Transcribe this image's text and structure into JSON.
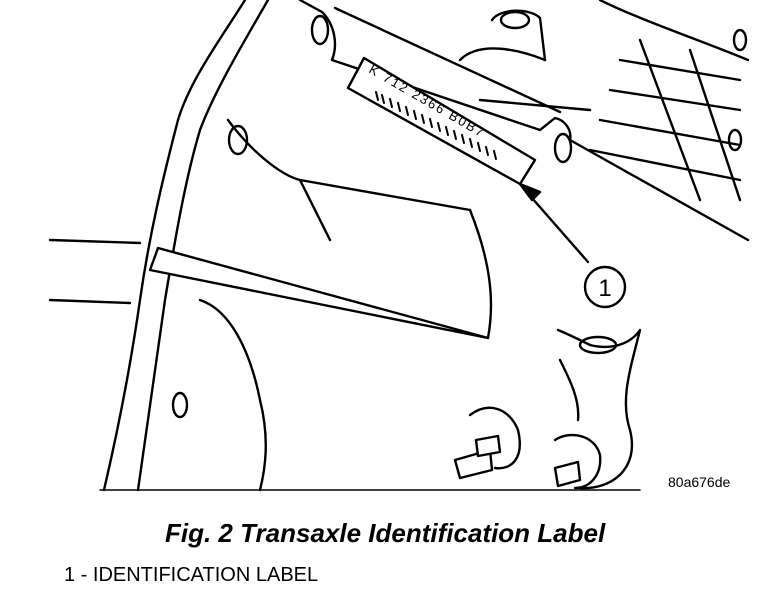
{
  "figure": {
    "label_text": "K 712 2366 B0B7",
    "callout_number": "1",
    "figure_code": "80a676de"
  },
  "caption": "Fig. 2 Transaxle Identification Label",
  "legend": [
    {
      "text": "1 - IDENTIFICATION LABEL"
    }
  ]
}
